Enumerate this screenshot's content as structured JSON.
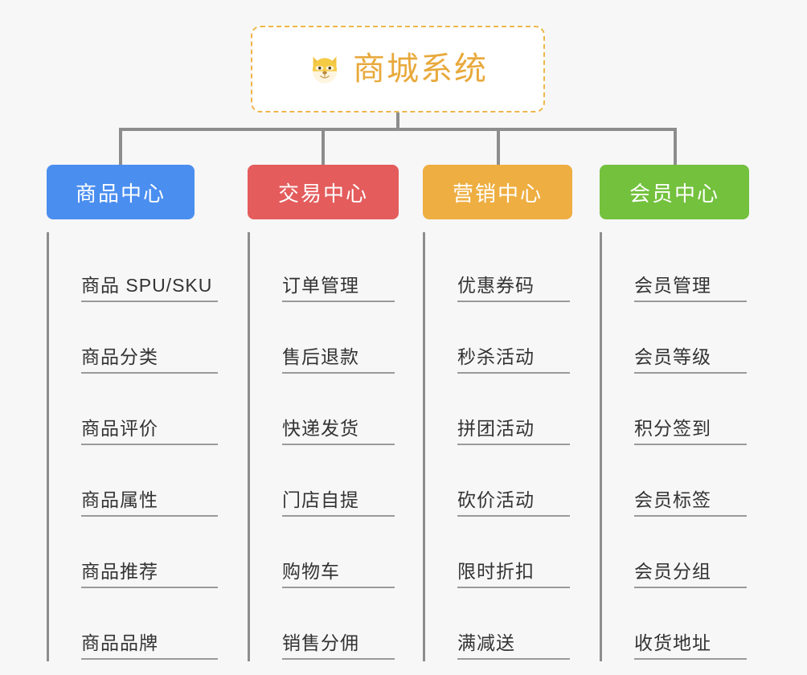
{
  "root": {
    "icon": "shiba-dog-emoji",
    "title": "商城系统",
    "title_color": "#e8a93c",
    "border_color": "#edb74a"
  },
  "connector_color": "#8d8d8d",
  "background_color": "#f7f7f7",
  "categories": [
    {
      "label": "商品中心",
      "color": "#4a8ef0",
      "items": [
        "商品 SPU/SKU",
        "商品分类",
        "商品评价",
        "商品属性",
        "商品推荐",
        "商品品牌"
      ]
    },
    {
      "label": "交易中心",
      "color": "#e45c5c",
      "items": [
        "订单管理",
        "售后退款",
        "快递发货",
        "门店自提",
        "购物车",
        "销售分佣"
      ]
    },
    {
      "label": "营销中心",
      "color": "#eeae41",
      "items": [
        "优惠券码",
        "秒杀活动",
        "拼团活动",
        "砍价活动",
        "限时折扣",
        "满减送"
      ]
    },
    {
      "label": "会员中心",
      "color": "#73c13d",
      "items": [
        "会员管理",
        "会员等级",
        "积分签到",
        "会员标签",
        "会员分组",
        "收货地址"
      ]
    }
  ]
}
